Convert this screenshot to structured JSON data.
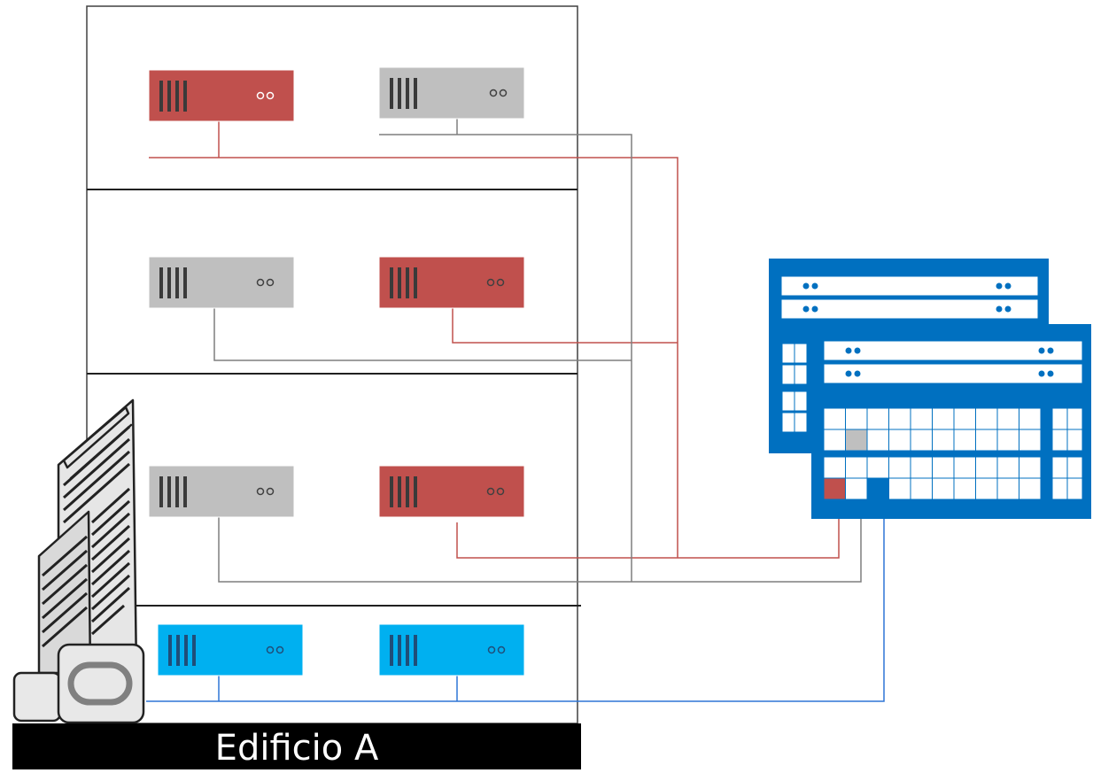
{
  "building": {
    "label": "Edificio A",
    "floors": 4
  },
  "servers": [
    {
      "floor": 1,
      "position": "left",
      "color_role": "red"
    },
    {
      "floor": 1,
      "position": "right",
      "color_role": "gray"
    },
    {
      "floor": 2,
      "position": "left",
      "color_role": "gray"
    },
    {
      "floor": 2,
      "position": "right",
      "color_role": "red"
    },
    {
      "floor": 3,
      "position": "left",
      "color_role": "gray"
    },
    {
      "floor": 3,
      "position": "right",
      "color_role": "red"
    },
    {
      "floor": 4,
      "position": "left",
      "color_role": "blue"
    },
    {
      "floor": 4,
      "position": "right",
      "color_role": "blue"
    }
  ],
  "storage_array": {
    "icon": "storage-array-icon",
    "highlighted_slots": [
      "red",
      "gray",
      "blue"
    ]
  },
  "icons": {
    "building": "skyscraper-icon",
    "database": "database-icon",
    "server": "server-icon"
  },
  "colors": {
    "red": "#c0504d",
    "gray": "#bfbfbf",
    "blue": "#00b0f0",
    "storage_blue": "#0070c0",
    "red_line": "#c0504d",
    "gray_line": "#7f7f7f",
    "blue_line": "#2e75d6",
    "label_bar": "#000000"
  }
}
